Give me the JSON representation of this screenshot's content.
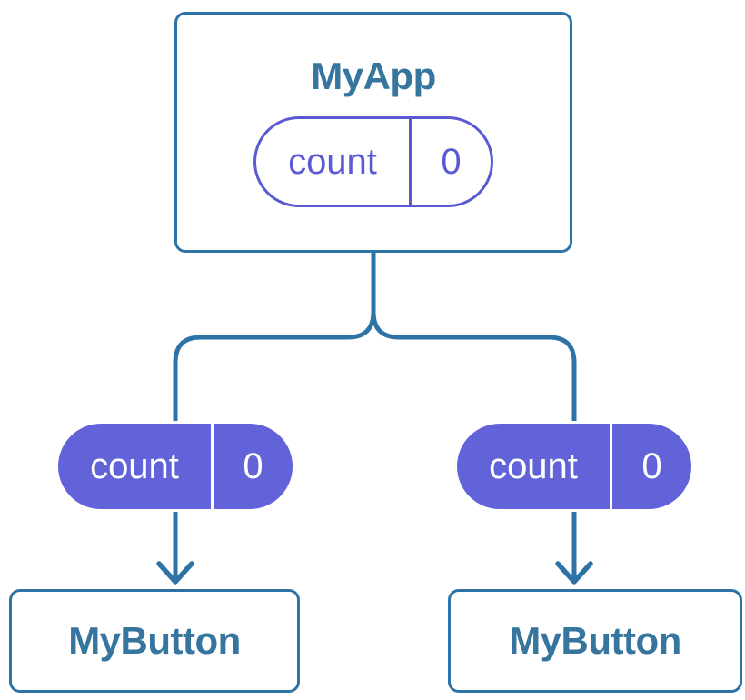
{
  "colors": {
    "connector": "#2e73a6",
    "card_border": "#2e73a6",
    "card_bg": "#ffffff",
    "title_text": "#35759e",
    "pill_outline": "#5a5bd2",
    "pill_fill": "#6263d9",
    "pill_text_dark": "#5a5bd2",
    "pill_text_light": "#ffffff",
    "background": "#ffffff"
  },
  "tree": {
    "root": {
      "title": "MyApp",
      "state_pill": {
        "label": "count",
        "value": "0"
      }
    },
    "children": [
      {
        "title": "MyButton",
        "prop_pill": {
          "label": "count",
          "value": "0"
        }
      },
      {
        "title": "MyButton",
        "prop_pill": {
          "label": "count",
          "value": "0"
        }
      }
    ]
  }
}
